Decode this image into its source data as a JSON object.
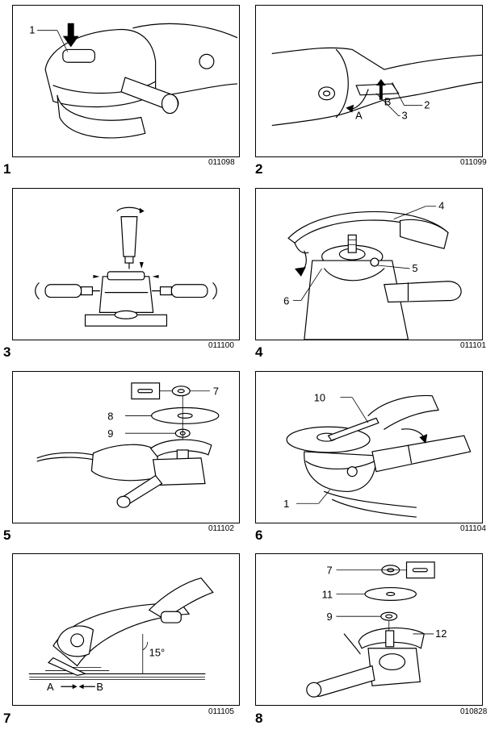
{
  "figures": [
    {
      "number": "1",
      "code": "011098",
      "callouts": [
        "1"
      ]
    },
    {
      "number": "2",
      "code": "011099",
      "callouts": [
        "B",
        "A",
        "2",
        "3"
      ]
    },
    {
      "number": "3",
      "code": "011100",
      "callouts": []
    },
    {
      "number": "4",
      "code": "011101",
      "callouts": [
        "4",
        "5",
        "6"
      ]
    },
    {
      "number": "5",
      "code": "011102",
      "callouts": [
        "7",
        "8",
        "9"
      ]
    },
    {
      "number": "6",
      "code": "011104",
      "callouts": [
        "10",
        "1"
      ]
    },
    {
      "number": "7",
      "code": "011105",
      "callouts": [
        "15°",
        "A",
        "B"
      ]
    },
    {
      "number": "8",
      "code": "010828",
      "callouts": [
        "7",
        "11",
        "9",
        "12"
      ]
    }
  ]
}
